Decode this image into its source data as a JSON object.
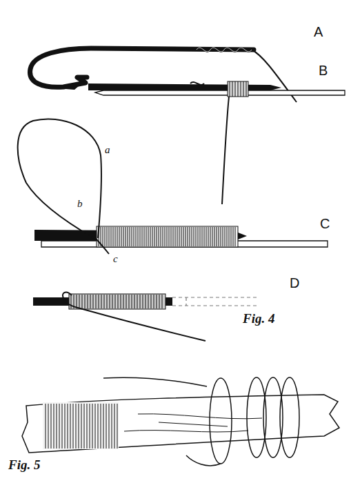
{
  "diagram": {
    "labels": [
      "A",
      "B",
      "a",
      "b",
      "C",
      "c",
      "D",
      "Fig. 4",
      "Fig. 5"
    ]
  }
}
